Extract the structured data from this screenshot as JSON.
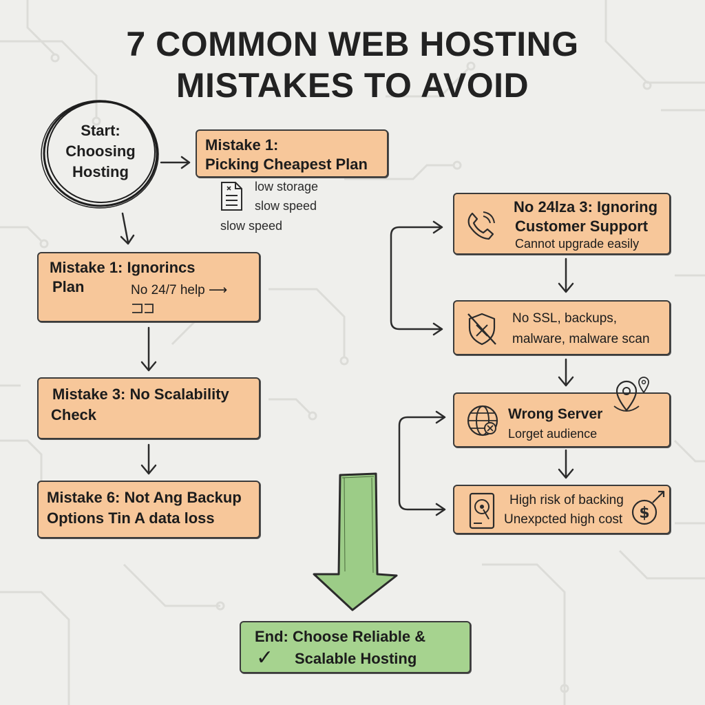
{
  "title": {
    "line1": "7 COMMON WEB HOSTING",
    "line2": "MISTAKES TO AVOID"
  },
  "start": {
    "line1": "Start:",
    "line2": "Choosing",
    "line3": "Hosting"
  },
  "mistake_cheapest": {
    "line1": "Mistake 1:",
    "line2": "Picking Cheapest Plan",
    "notes": [
      "low storage",
      "slow speed",
      "slow speed"
    ],
    "icon": "document-icon"
  },
  "mistake_ignoring": {
    "line1": "Mistake 1: Ignorincs",
    "line2": "Plan",
    "note": "No 24/7 help ⟶",
    "icon": "plug-icon"
  },
  "mistake_scalability": {
    "line1": "Mistake 3: No Scalability",
    "line2": "Check"
  },
  "mistake_backup": {
    "line1": "Mistake 6: Not Ang Backup",
    "line2": "Options Tin A data loss"
  },
  "support": {
    "line1": "No 24lza 3: Ignoring",
    "line2": "Customer Support",
    "line3": "Cannot upgrade easily",
    "icon": "phone-icon"
  },
  "security": {
    "line1": "No SSL, backups,",
    "line2": "malware, malware scan",
    "icon": "shield-off-icon"
  },
  "server": {
    "line1": "Wrong Server",
    "line2": "Lorget audience",
    "icon": "globe-icon",
    "extra_icon": "location-pin-icon"
  },
  "cost": {
    "line1": "High risk of backing",
    "line2": "Unexpcted high cost",
    "icon": "hard-drive-icon",
    "extra_icon": "dollar-growth-icon"
  },
  "end": {
    "line1": "End: Choose Reliable &",
    "line2": "Scalable Hosting",
    "check": "✓"
  },
  "colors": {
    "box_fill": "#f7c79a",
    "end_fill": "#a6d38f",
    "arrow_fill": "#9ccc87",
    "stroke": "#2b2b2b",
    "background": "#efefec"
  }
}
